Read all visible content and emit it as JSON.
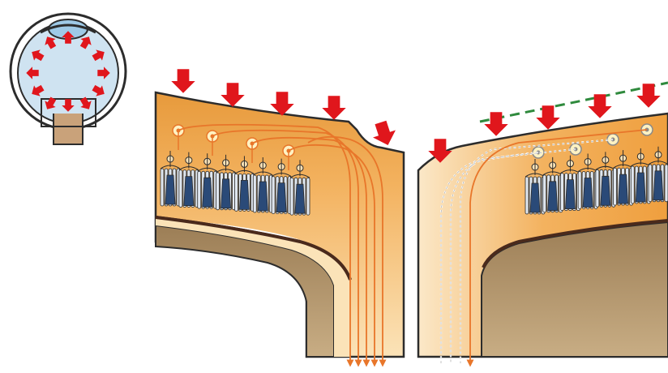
{
  "figure": {
    "panels": [
      "inset-eye",
      "healthy-retina",
      "damaged-retina"
    ]
  },
  "colors": {
    "arrow": "#e0161c",
    "retina_top": "#f3b25f",
    "retina_bottom": "#fbe3b8",
    "fiber": "#e8762a",
    "choroid": "#b69a70",
    "choroid_edge": "#4a2a1c",
    "photoreceptor": "#2a4a78",
    "outline": "#2c2c2c",
    "dashed_line": "#2f8a3d",
    "inset_fill": "#cfe3f1"
  },
  "icons": {
    "pressure_arrow": "down-arrow-icon",
    "axon_end": "arrowhead-icon"
  }
}
